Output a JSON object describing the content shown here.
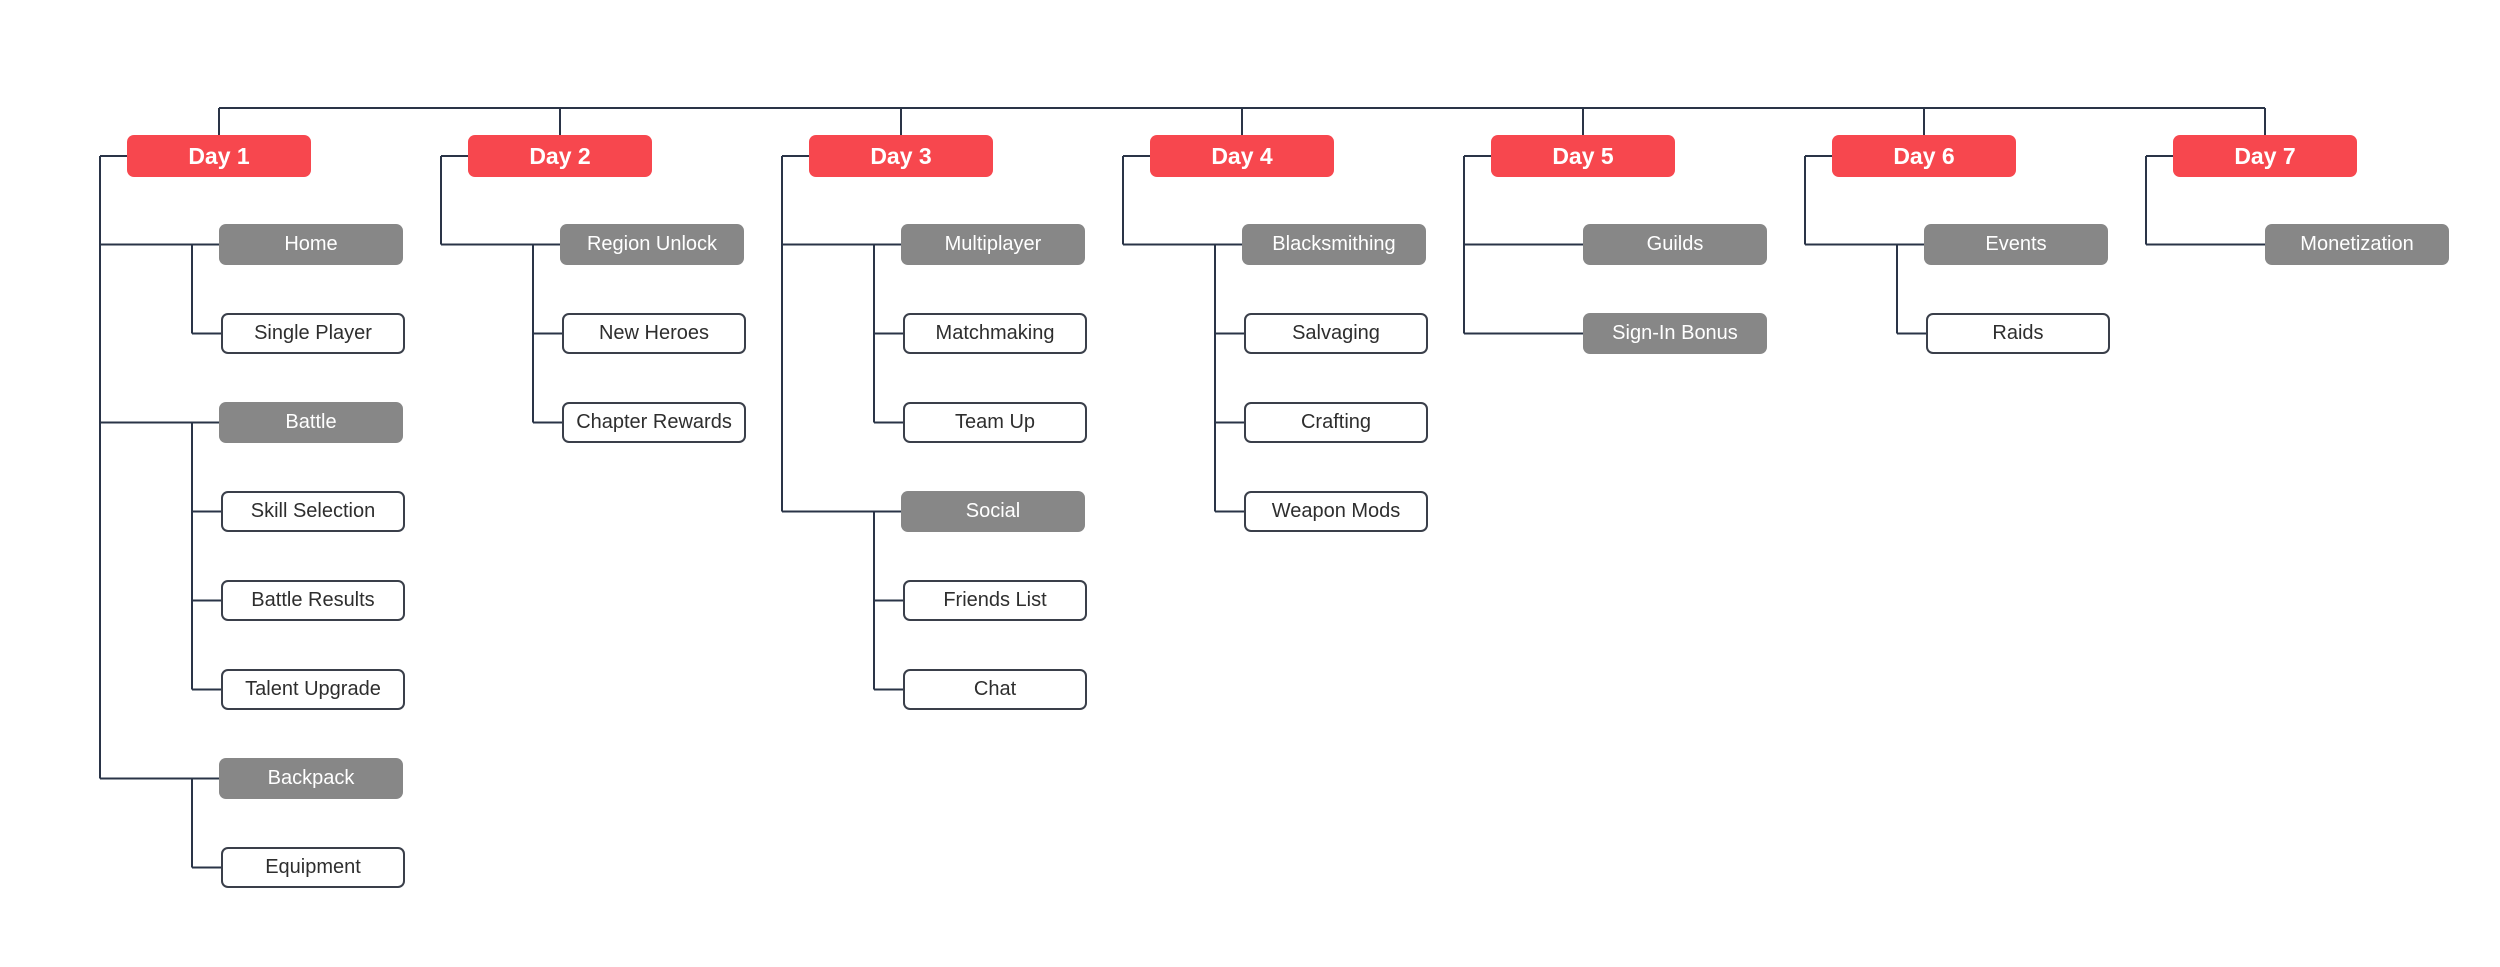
{
  "colors": {
    "day": "#f7474e",
    "category": "#878787",
    "line": "#2a3447"
  },
  "days": [
    {
      "label": "Day 1",
      "groups": [
        {
          "label": "Home",
          "children": [
            "Single Player"
          ]
        },
        {
          "label": "Battle",
          "children": [
            "Skill Selection",
            "Battle Results",
            "Talent Upgrade"
          ]
        },
        {
          "label": "Backpack",
          "children": [
            "Equipment"
          ]
        }
      ]
    },
    {
      "label": "Day 2",
      "groups": [
        {
          "label": "Region Unlock",
          "children": [
            "New Heroes",
            "Chapter Rewards"
          ]
        }
      ]
    },
    {
      "label": "Day 3",
      "groups": [
        {
          "label": "Multiplayer",
          "children": [
            "Matchmaking",
            "Team Up"
          ]
        },
        {
          "label": "Social",
          "children": [
            "Friends List",
            "Chat"
          ]
        }
      ]
    },
    {
      "label": "Day 4",
      "groups": [
        {
          "label": "Blacksmithing",
          "children": [
            "Salvaging",
            "Crafting",
            "Weapon Mods"
          ]
        }
      ]
    },
    {
      "label": "Day 5",
      "groups": [
        {
          "label": "Guilds",
          "children": []
        },
        {
          "label": "Sign-In Bonus",
          "children": []
        }
      ]
    },
    {
      "label": "Day 6",
      "groups": [
        {
          "label": "Events",
          "children": [
            "Raids"
          ]
        }
      ]
    },
    {
      "label": "Day 7",
      "groups": [
        {
          "label": "Monetization",
          "children": []
        }
      ]
    }
  ]
}
